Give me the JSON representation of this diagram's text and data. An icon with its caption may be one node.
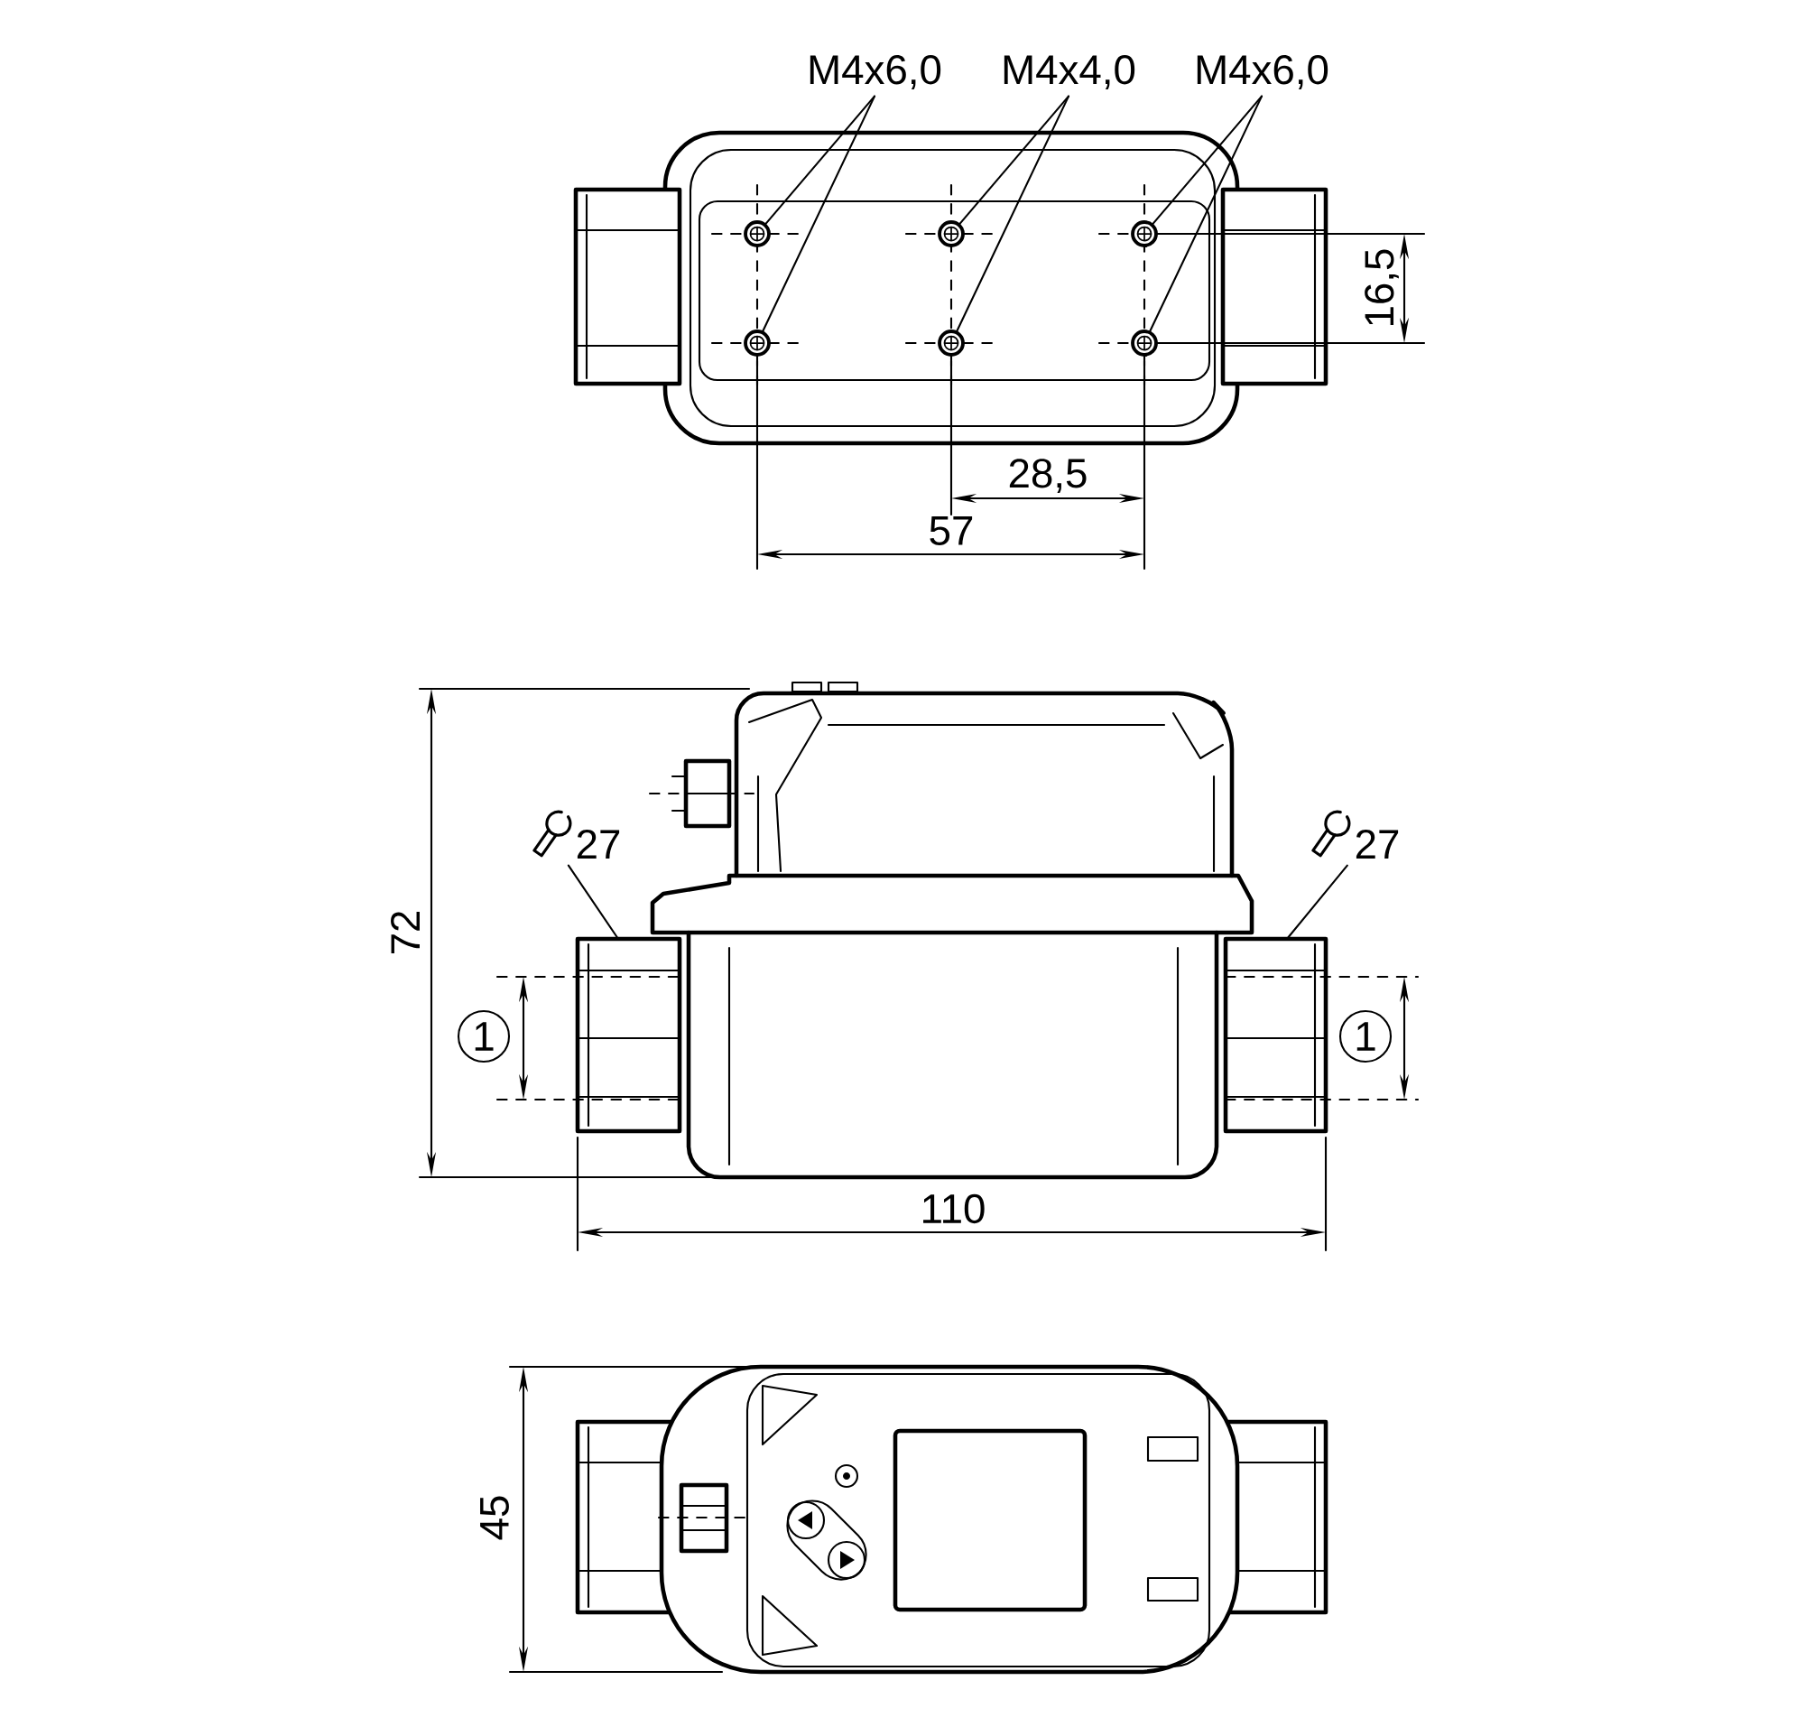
{
  "diagram": {
    "nodes": [
      {
        "text": [
          "M4x6,0"
        ]
      },
      {
        "text": [
          "M4x4,0"
        ]
      },
      {
        "text": [
          "M4x6,0"
        ]
      },
      {
        "text": [],
        "shape": "circle"
      },
      {
        "text": [],
        "shape": "circle"
      },
      {
        "text": [],
        "shape": "circle"
      },
      {
        "text": [],
        "shape": "circle"
      },
      {
        "text": [],
        "shape": "circle"
      },
      {
        "text": [],
        "shape": "circle"
      },
      {
        "text": [
          "27"
        ]
      },
      {
        "text": [
          "27"
        ]
      },
      {
        "text": [
          "1"
        ]
      },
      {
        "text": [
          "1"
        ]
      }
    ],
    "edges": [
      {
        "from": 0,
        "to": 3,
        "arrow": "none"
      },
      {
        "from": 0,
        "to": 6,
        "arrow": "none"
      },
      {
        "from": 1,
        "to": 4,
        "arrow": "none"
      },
      {
        "from": 1,
        "to": 7,
        "arrow": "none"
      },
      {
        "from": 2,
        "to": 5,
        "arrow": "none"
      },
      {
        "from": 2,
        "to": 8,
        "arrow": "none"
      },
      {
        "from": 9,
        "to": null,
        "arrow": "none"
      },
      {
        "from": 10,
        "to": null,
        "arrow": "none"
      }
    ],
    "labels": [
      "16,5",
      "28,5",
      "57",
      "72",
      "110",
      "45"
    ]
  }
}
